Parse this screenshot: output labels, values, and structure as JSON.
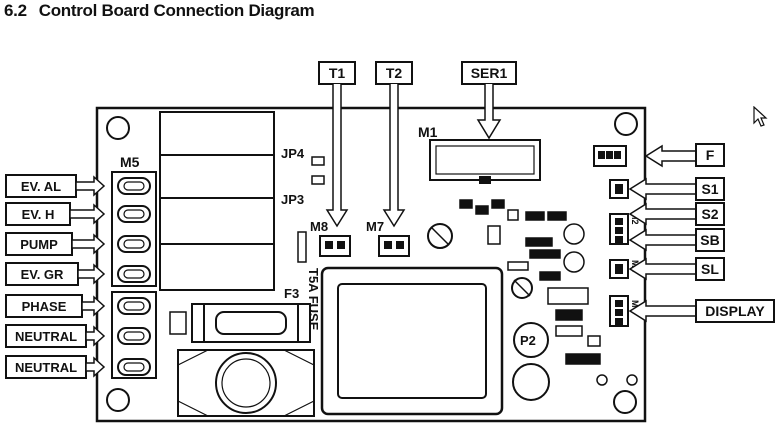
{
  "heading": {
    "number": "6.2",
    "title": "Control Board Connection Diagram"
  },
  "callouts": {
    "t1": "T1",
    "t2": "T2",
    "ser1": "SER1",
    "f": "F",
    "s1": "S1",
    "s2": "S2",
    "sb": "SB",
    "sl": "SL",
    "display": "DISPLAY"
  },
  "left_terminals": {
    "group_label": "M5",
    "items": [
      "EV. AL",
      "EV. H",
      "PUMP",
      "EV. GR",
      "PHASE",
      "NEUTRAL",
      "NEUTRAL"
    ]
  },
  "board_labels": {
    "m1": "M1",
    "jp4": "JP4",
    "jp3": "JP3",
    "m8": "M8",
    "m7": "M7",
    "fuse": "T5A FUSE",
    "f3": "F3",
    "p2": "P2",
    "m2": "M2",
    "m3": "M3",
    "m4": "M4"
  }
}
